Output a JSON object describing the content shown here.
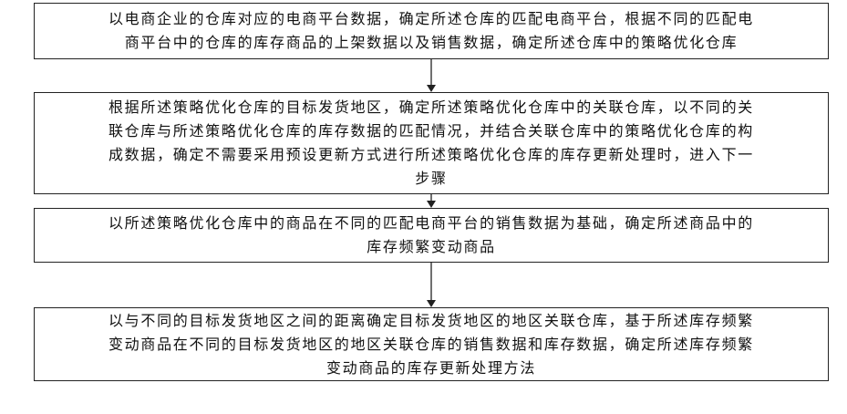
{
  "flowchart": {
    "steps": [
      {
        "text": "以电商企业的仓库对应的电商平台数据，确定所述仓库的匹配电商平台，根据不同的匹配电\n商平台中的仓库的库存商品的上架数据以及销售数据，确定所述仓库中的策略优化仓库"
      },
      {
        "text": "根据所述策略优化仓库的目标发货地区，确定所述策略优化仓库中的关联仓库，以不同的关\n联仓库与所述策略优化仓库的库存数据的匹配情况，并结合关联仓库中的策略优化仓库的构\n成数据，确定不需要采用预设更新方式进行所述策略优化仓库的库存更新处理时，进入下一\n步骤"
      },
      {
        "text": "以所述策略优化仓库中的商品在不同的匹配电商平台的销售数据为基础，确定所述商品中的\n库存频繁变动商品"
      },
      {
        "text": "以与不同的目标发货地区之间的距离确定目标发货地区的地区关联仓库，基于所述库存频繁\n变动商品在不同的目标发货地区的地区关联仓库的销售数据和库存数据，确定所述库存频繁\n变动商品的库存更新处理方法"
      }
    ]
  }
}
